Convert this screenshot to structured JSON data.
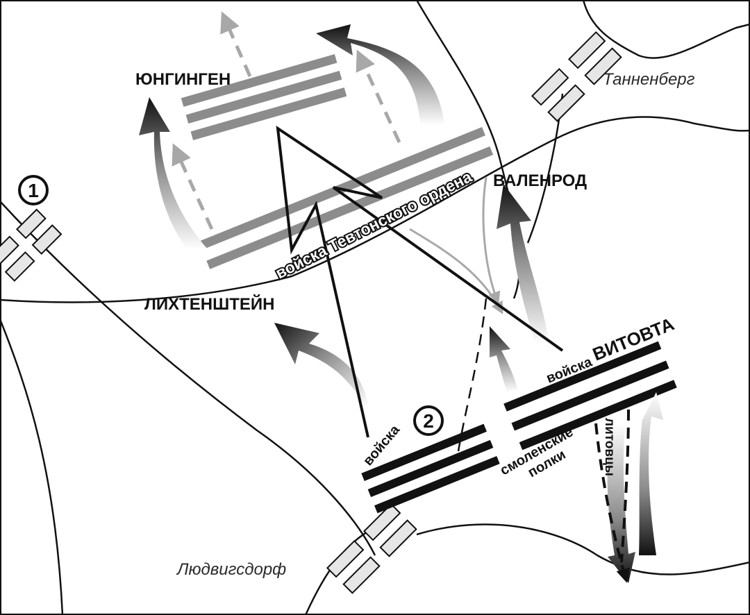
{
  "map": {
    "places": {
      "tannenberg": "Танненберг",
      "ludwigsdorf": "Людвигсдорф"
    },
    "commanders": {
      "jungingen": "ЮНГИНГЕН",
      "wallenrod": "ВАЛЕНРОД",
      "lichtenstein": "ЛИХТЕНШТЕЙН"
    },
    "troops": {
      "teutonic": "войска Тевтонского ордена",
      "vytautas_prefix": "войска",
      "vytautas_name": "ВИТОВТА",
      "army2_prefix": "войска",
      "smolensk_line1": "смоленские",
      "smolensk_line2": "полки",
      "lithuanians": "литовцы"
    },
    "markers": {
      "marker1": "1",
      "marker2": "2"
    },
    "colors": {
      "order_troops": "#8c8c8c",
      "allied_troops": "#111111",
      "roads": "#111111",
      "village_fill": "#e6e6e6"
    }
  }
}
